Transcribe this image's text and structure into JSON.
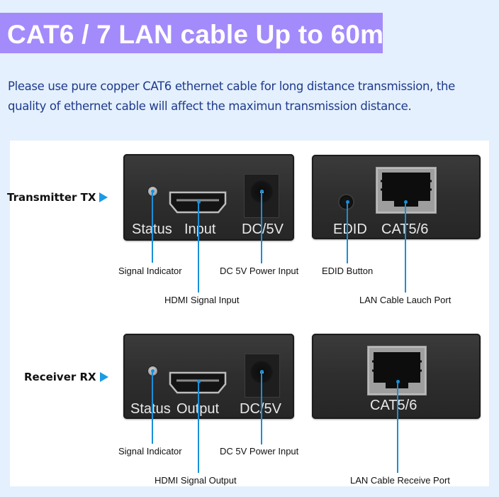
{
  "header": {
    "title": "CAT6 / 7 LAN cable Up to 60m",
    "description_lines": [
      "Please use pure copper CAT6 ethernet cable for long distance transmission, the",
      "quality of ethernet cable will affect the maximun transmission distance."
    ],
    "banner_color": "#a48bfb",
    "text_color": "#1f3a8c"
  },
  "transmitter": {
    "label": "Transmitter TX",
    "arrow_icon": "right-triangle-icon",
    "front_panel": {
      "status_label": "Status",
      "port_label": "Input",
      "power_label": "DC/5V"
    },
    "back_panel": {
      "edid_label": "EDID",
      "lan_label": "CAT5/6"
    },
    "callouts": {
      "signal_indicator": "Signal Indicator",
      "hdmi": "HDMI Signal Input",
      "power": "DC 5V Power Input",
      "edid": "EDID Button",
      "lan": "LAN Cable Lauch Port"
    }
  },
  "receiver": {
    "label": "Receiver RX",
    "arrow_icon": "right-triangle-icon",
    "front_panel": {
      "status_label": "Status",
      "port_label": "Output",
      "power_label": "DC/5V"
    },
    "back_panel": {
      "lan_label": "CAT5/6"
    },
    "callouts": {
      "signal_indicator": "Signal Indicator",
      "hdmi": "HDMI Signal Output",
      "power": "DC 5V Power Input",
      "lan": "LAN Cable Receive Port"
    }
  },
  "colors": {
    "page_background": "#e4f0fd",
    "callout_line": "#1a8fd8",
    "arrow": "#1b9be6",
    "device_body": "#2e2e2e"
  }
}
